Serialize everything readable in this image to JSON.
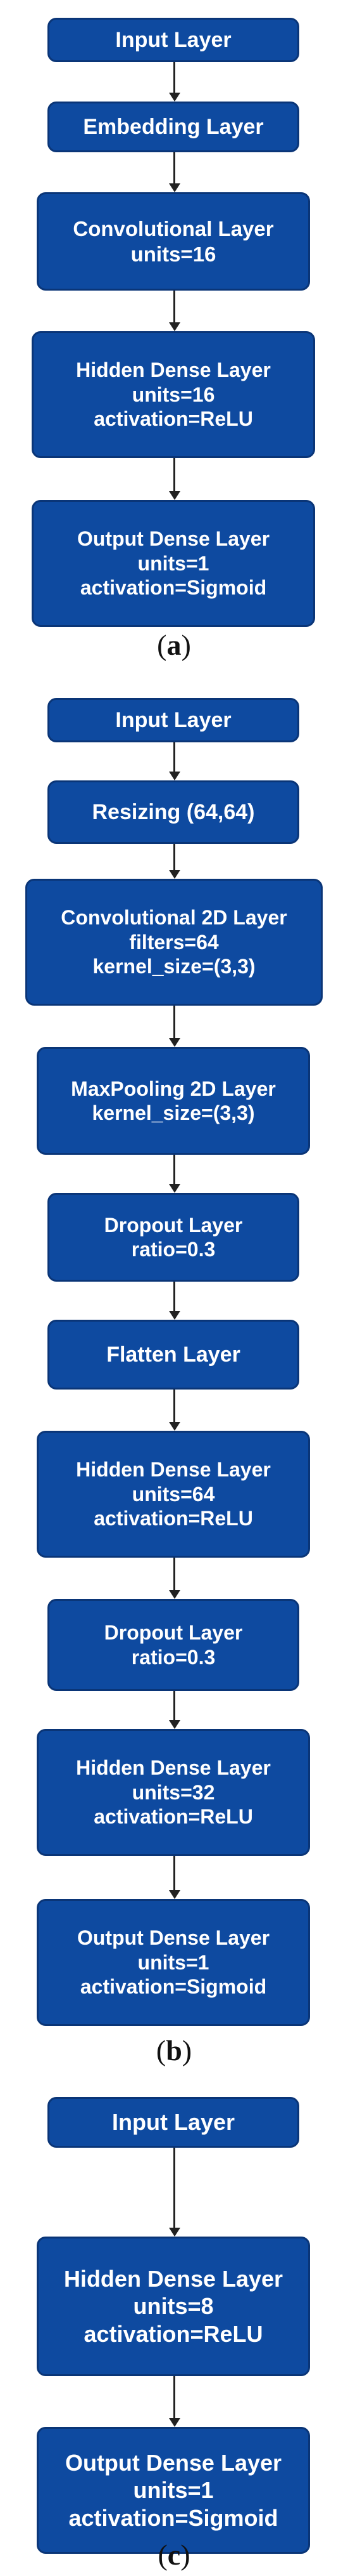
{
  "panels": [
    {
      "label": "a",
      "nodes": [
        {
          "lines": [
            "Input Layer"
          ]
        },
        {
          "lines": [
            "Embedding Layer"
          ]
        },
        {
          "lines": [
            "Convolutional Layer",
            "units=16"
          ]
        },
        {
          "lines": [
            "Hidden Dense Layer",
            "units=16",
            "activation=ReLU"
          ]
        },
        {
          "lines": [
            "Output Dense Layer",
            "units=1",
            "activation=Sigmoid"
          ]
        }
      ]
    },
    {
      "label": "b",
      "nodes": [
        {
          "lines": [
            "Input Layer"
          ]
        },
        {
          "lines": [
            "Resizing (64,64)"
          ]
        },
        {
          "lines": [
            "Convolutional 2D Layer",
            "filters=64",
            "kernel_size=(3,3)"
          ]
        },
        {
          "lines": [
            "MaxPooling 2D Layer",
            "kernel_size=(3,3)"
          ]
        },
        {
          "lines": [
            "Dropout Layer",
            "ratio=0.3"
          ]
        },
        {
          "lines": [
            "Flatten Layer"
          ]
        },
        {
          "lines": [
            "Hidden Dense Layer",
            "units=64",
            "activation=ReLU"
          ]
        },
        {
          "lines": [
            "Dropout Layer",
            "ratio=0.3"
          ]
        },
        {
          "lines": [
            "Hidden Dense Layer",
            "units=32",
            "activation=ReLU"
          ]
        },
        {
          "lines": [
            "Output Dense Layer",
            "units=1",
            "activation=Sigmoid"
          ]
        }
      ]
    },
    {
      "label": "c",
      "nodes": [
        {
          "lines": [
            "Input Layer"
          ]
        },
        {
          "lines": [
            "Hidden Dense Layer",
            "units=8",
            "activation=ReLU"
          ]
        },
        {
          "lines": [
            "Output Dense Layer",
            "units=1",
            "activation=Sigmoid"
          ]
        }
      ]
    }
  ],
  "colors": {
    "node_fill": "#0e4aa0",
    "node_border": "#0a3577",
    "node_text": "#ffffff",
    "arrow": "#222222"
  }
}
